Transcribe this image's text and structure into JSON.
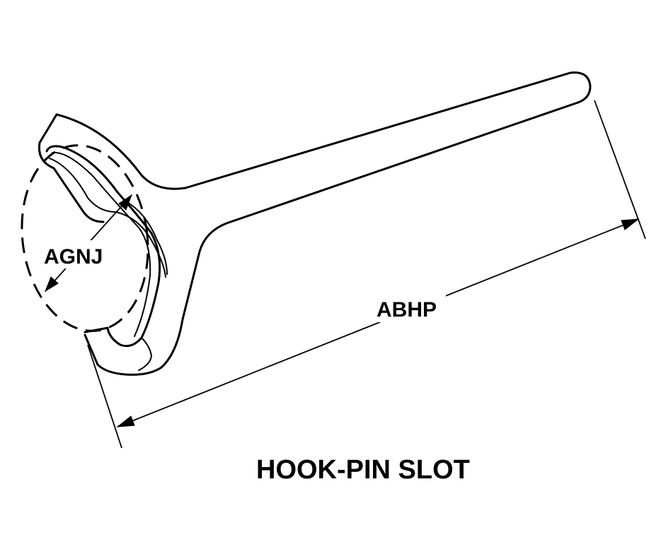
{
  "diagram": {
    "title": "HOOK-PIN SLOT",
    "dimensions": {
      "hook_dimension": "AGNJ",
      "overall_length": "ABHP"
    }
  }
}
